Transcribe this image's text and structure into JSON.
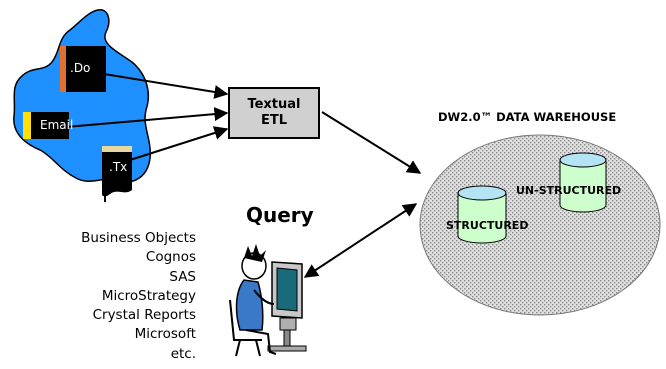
{
  "sources": {
    "doc_label": ".Do",
    "email_label": "Email",
    "txt_label": ".Tx"
  },
  "etl": {
    "line1": "Textual",
    "line2": "ETL"
  },
  "warehouse": {
    "title": "DW2.0™ DATA WAREHOUSE",
    "structured_label": "STRUCTURED",
    "unstructured_label": "UN-STRUCTURED"
  },
  "query_label": "Query",
  "tools": [
    "Business Objects",
    "Cognos",
    "SAS",
    "MicroStrategy",
    "Crystal Reports",
    "Microsoft",
    "etc."
  ],
  "colors": {
    "blob": "#1e90ff",
    "etl_box": "#d0d0d0",
    "warehouse_fill": "#d6d6d6",
    "cylinder": "#ccffcc",
    "cylinder_top": "#b4e4f4",
    "email_tab": "#ffe000",
    "doc_tab": "#e07030",
    "txt_tab": "#e8d8a0"
  }
}
